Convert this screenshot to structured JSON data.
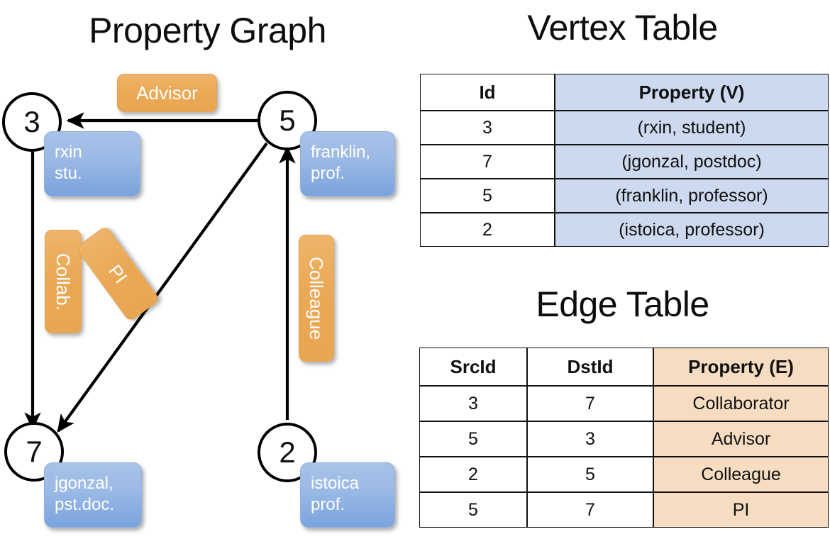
{
  "titles": {
    "property_graph": "Property Graph",
    "vertex_table": "Vertex Table",
    "edge_table": "Edge Table"
  },
  "graph": {
    "vertices": [
      {
        "id": "3",
        "property_line1": "rxin",
        "property_line2": "stu."
      },
      {
        "id": "5",
        "property_line1": "franklin,",
        "property_line2": "prof."
      },
      {
        "id": "7",
        "property_line1": "jgonzal,",
        "property_line2": "pst.doc."
      },
      {
        "id": "2",
        "property_line1": "istoica",
        "property_line2": "prof."
      }
    ],
    "edge_labels": {
      "advisor": "Advisor",
      "collab": "Collab.",
      "pi": "PI",
      "colleague": "Colleague"
    }
  },
  "vertex_table": {
    "headers": [
      "Id",
      "Property (V)"
    ],
    "rows": [
      {
        "id": "3",
        "property": "(rxin, student)"
      },
      {
        "id": "7",
        "property": "(jgonzal, postdoc)"
      },
      {
        "id": "5",
        "property": "(franklin, professor)"
      },
      {
        "id": "2",
        "property": "(istoica, professor)"
      }
    ]
  },
  "edge_table": {
    "headers": [
      "SrcId",
      "DstId",
      "Property (E)"
    ],
    "rows": [
      {
        "src": "3",
        "dst": "7",
        "property": "Collaborator"
      },
      {
        "src": "5",
        "dst": "3",
        "property": "Advisor"
      },
      {
        "src": "2",
        "dst": "5",
        "property": "Colleague"
      },
      {
        "src": "5",
        "dst": "7",
        "property": "PI"
      }
    ]
  },
  "colors": {
    "vertex_property_blue": "#9dbbe6",
    "edge_label_orange": "#eaa956",
    "vertex_table_header_blue": "#ccd9ee",
    "edge_table_header_orange": "#f6ddc2",
    "stroke": "#000000"
  }
}
